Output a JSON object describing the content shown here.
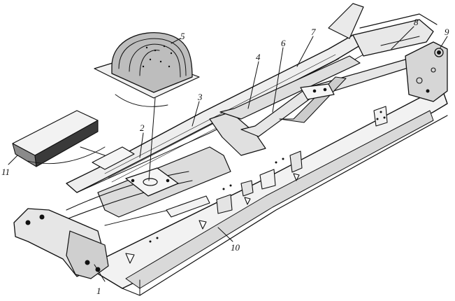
{
  "figure": {
    "callouts": [
      {
        "id": "1",
        "label": "1"
      },
      {
        "id": "2",
        "label": "2"
      },
      {
        "id": "3",
        "label": "3"
      },
      {
        "id": "4",
        "label": "4"
      },
      {
        "id": "5",
        "label": "5"
      },
      {
        "id": "6",
        "label": "6"
      },
      {
        "id": "7",
        "label": "7"
      },
      {
        "id": "8",
        "label": "8"
      },
      {
        "id": "9",
        "label": "9"
      },
      {
        "id": "10",
        "label": "10"
      },
      {
        "id": "11",
        "label": "11"
      }
    ],
    "ink_color": "#111111",
    "paper_color": "#ffffff"
  }
}
